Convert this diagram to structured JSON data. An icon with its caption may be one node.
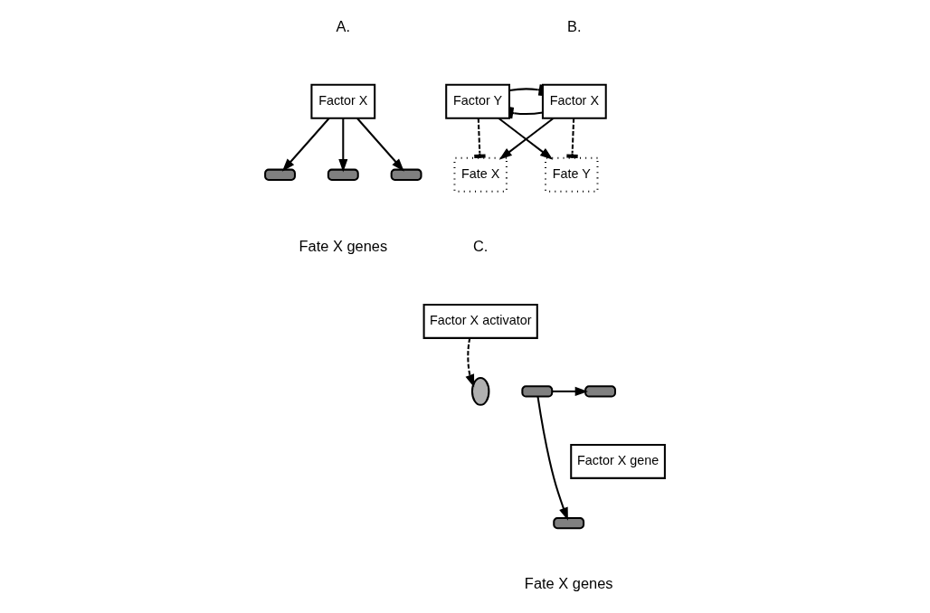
{
  "diagram": {
    "nodes": [
      {
        "text": [
          "Factor X"
        ]
      },
      {
        "text": [],
        "shape": "bar"
      },
      {
        "text": [],
        "shape": "bar"
      },
      {
        "text": [],
        "shape": "bar"
      },
      {
        "text": [
          "Factor X"
        ]
      },
      {
        "text": [
          "Factor Y"
        ]
      },
      {
        "text": [
          "Fate X"
        ]
      },
      {
        "text": [
          "Fate Y"
        ]
      },
      {
        "text": [
          "Factor X activator"
        ]
      },
      {
        "text": [],
        "shape": "ellipse"
      },
      {
        "text": [],
        "shape": "bar"
      },
      {
        "text": [],
        "shape": "bar"
      },
      {
        "text": [
          "Factor X gene"
        ]
      },
      {
        "text": [],
        "shape": "bar"
      }
    ],
    "edges": [
      {
        "from": 0,
        "to": 1,
        "arrow": "to"
      },
      {
        "from": 0,
        "to": 2,
        "arrow": "to"
      },
      {
        "from": 0,
        "to": 3,
        "arrow": "to"
      },
      {
        "from": 4,
        "to": 5,
        "arrow": "other"
      },
      {
        "from": 5,
        "to": 4,
        "arrow": "other"
      },
      {
        "from": 4,
        "to": 6,
        "arrow": "to"
      },
      {
        "from": 4,
        "to": 7,
        "arrow": "other",
        "style": "dashed"
      },
      {
        "from": 5,
        "to": 6,
        "arrow": "other",
        "style": "dashed"
      },
      {
        "from": 5,
        "to": 7,
        "arrow": "to"
      },
      {
        "from": 8,
        "to": 9,
        "arrow": "to",
        "style": "dashed"
      },
      {
        "from": 11,
        "to": 10,
        "arrow": "to"
      },
      {
        "from": 11,
        "to": 13,
        "arrow": "to"
      }
    ],
    "labels": [
      "A.",
      "B.",
      "Fate X genes",
      "C.",
      "Fate X genes"
    ]
  }
}
